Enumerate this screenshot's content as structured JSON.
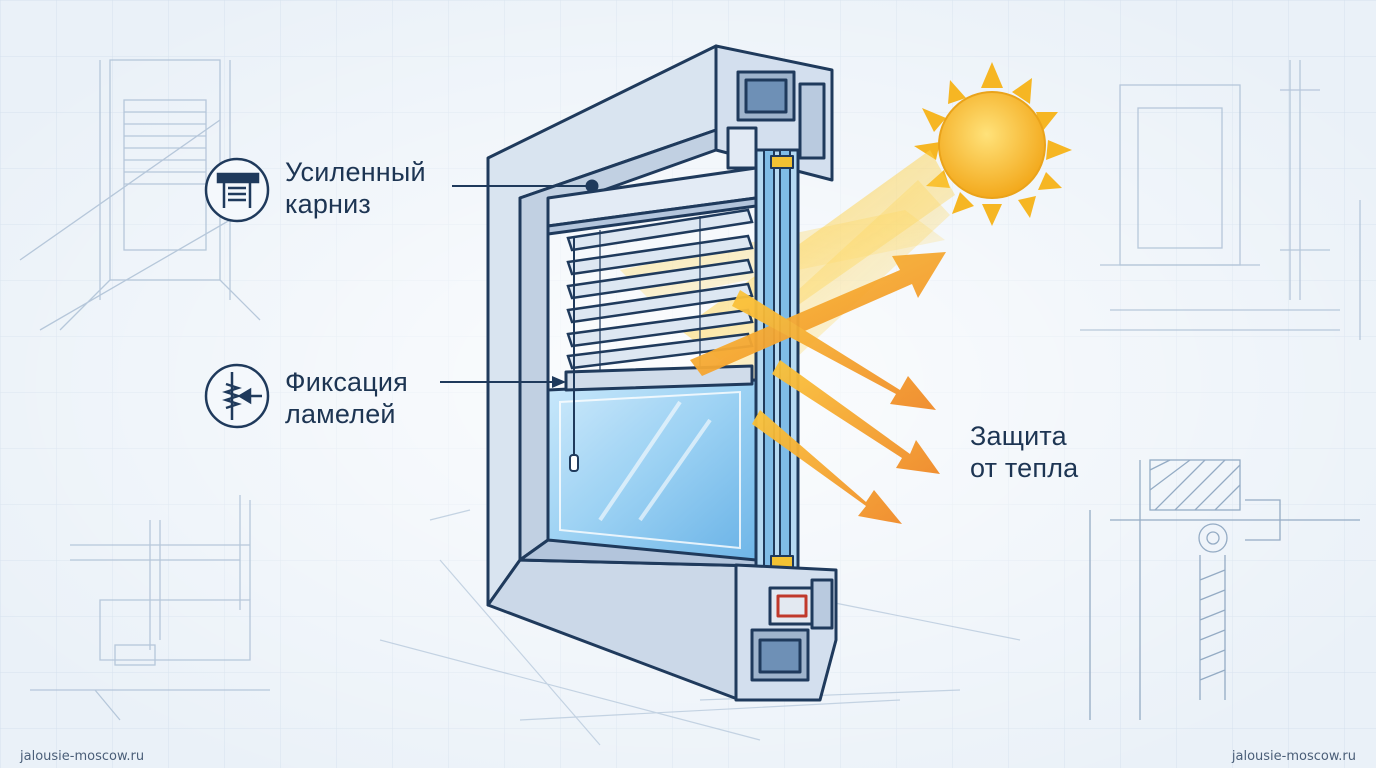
{
  "callouts": {
    "cornice": {
      "line1": "Усиленный",
      "line2": "карниз"
    },
    "slat_lock": {
      "line1": "Фиксация",
      "line2": "ламелей"
    },
    "heat": {
      "line1": "Защита",
      "line2": "от тепла"
    }
  },
  "watermarks": {
    "left": "jalousie-moscow.ru",
    "right": "jalousie-moscow.ru"
  },
  "colors": {
    "background": "#eef4fa",
    "frame_fill": "#d6e1ee",
    "outline": "#1f3a5c",
    "glass": "#9fd0f2",
    "sun": "#f6b623",
    "arrow": "#f39a2b"
  },
  "icons": [
    "cornice-icon",
    "slat-lock-icon",
    "sun-icon"
  ]
}
